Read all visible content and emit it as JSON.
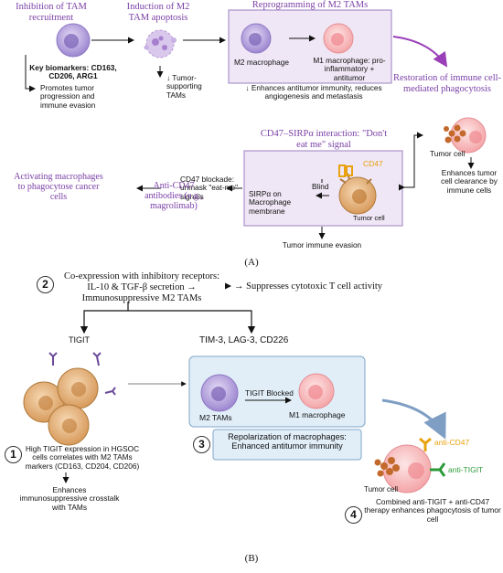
{
  "panelA": {
    "inhibition_title": "Inhibition of TAM recruitment",
    "key_biomarkers": "Key biomarkers: CD163, CD206, ARG1",
    "promotes": "Promotes tumor progression and immune evasion",
    "induction_title": "Induction of M2 TAM apoptosis",
    "reduced_tams": "↓ Tumor-supporting TAMs",
    "reprogramming_title": "Reprogramming of M2 TAMs",
    "m2_macrophage": "M2 macrophage",
    "m1_macrophage": "M1 macrophage: pro-inflammatory + antitumor",
    "enhances_immunity": "↓ Enhances antitumor immunity, reduces angiogenesis and metastasis",
    "restoration_title": "Restoration of immune cell-mediated phagocytosis",
    "tumor_cell_right": "Tumor cell",
    "enhances_clearance": "Enhances tumor cell clearance by immune cells",
    "cd47_title": "CD47–SIRPα interaction: \"Don't eat me\" signal",
    "cd47_label": "CD47",
    "blind": "Blind",
    "sirpa": "SIRPα on Macrophage membrane",
    "tumor_cell_center": "Tumor cell",
    "cd47_blockade": "CD47 blockade: unmask \"eat-me\" signals",
    "anti_cd47": "Anti-CD47 antibodies (e.g., magrolimab)",
    "activating": "Activating macrophages to phagocytose cancer cells",
    "tumor_evasion": "Tumor immune evasion",
    "panel_label": "(A)"
  },
  "panelB": {
    "badge1": "1",
    "badge2": "2",
    "badge3": "3",
    "badge4": "4",
    "coexpression": "Co-expression with inhibitory receptors:",
    "secretion": "IL-10 & TGF-β secretion → Immunosuppressive M2 TAMs",
    "suppresses": "→ Suppresses cytotoxic T cell activity",
    "tigit": "TIGIT",
    "receptors": "TIM-3, LAG-3, CD226",
    "m2_tams": "M2 TAMs",
    "tigit_blocked": "TIGIT Blocked",
    "m1_macrophage": "M1 macrophage",
    "repolarization": "Repolarization of macrophages: Enhanced antitumor immunity",
    "high_tigit": "High TIGIT expression in HGSOC cells correlates with M2 TAMs markers (CD163, CD204, CD206)",
    "enhances_crosstalk": "Enhances immunosuppressive crosstalk with TAMs",
    "anti_cd47": "anti-CD47",
    "anti_tigit": "anti-TIGIT",
    "tumor_cell": "Tumor cell",
    "combined": "Combined anti-TIGIT + anti-CD47 therapy enhances phagocytosis of tumor cell",
    "panel_label": "(B)"
  },
  "colors": {
    "purple_text": "#7a3fa6",
    "box_purple_bg": "#efe7f5",
    "box_purple_border": "#9d7fc2",
    "box_blue_bg": "#e1eef8",
    "box_blue_border": "#7fa6c9",
    "anti_cd47": "#e8a10f",
    "anti_tigit": "#2e9a3a",
    "arrow_blue": "#7f9ec4",
    "arrow_purple": "#9a3fb8"
  }
}
